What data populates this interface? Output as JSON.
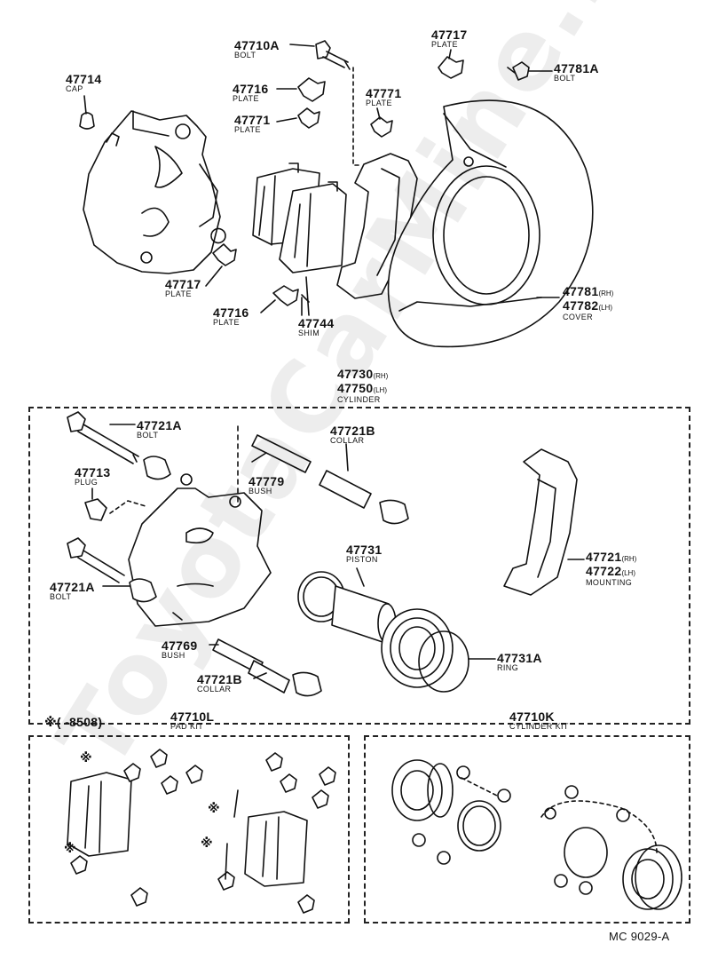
{
  "watermark": "ToyotaCarMine.ru",
  "top": {
    "p47714": {
      "num": "47714",
      "name": "CAP"
    },
    "p47710A": {
      "num": "47710A",
      "name": "BOLT"
    },
    "p47716a": {
      "num": "47716",
      "name": "PLATE"
    },
    "p47771a": {
      "num": "47771",
      "name": "PLATE"
    },
    "p47771b": {
      "num": "47771",
      "name": "PLATE"
    },
    "p47717a": {
      "num": "47717",
      "name": "PLATE"
    },
    "p47781A": {
      "num": "47781A",
      "name": "BOLT"
    },
    "p47717b": {
      "num": "47717",
      "name": "PLATE"
    },
    "p47716b": {
      "num": "47716",
      "name": "PLATE"
    },
    "p47744": {
      "num": "47744",
      "name": "SHIM"
    },
    "cover": {
      "num_rh": "47781",
      "rh": "(RH)",
      "num_lh": "47782",
      "lh": "(LH)",
      "name": "COVER"
    }
  },
  "cylinder": {
    "num_rh": "47730",
    "rh": "(RH)",
    "num_lh": "47750",
    "lh": "(LH)",
    "name": "CYLINDER"
  },
  "middle": {
    "p47721Aa": {
      "num": "47721A",
      "name": "BOLT"
    },
    "p47721Ba": {
      "num": "47721B",
      "name": "COLLAR"
    },
    "p47713": {
      "num": "47713",
      "name": "PLUG"
    },
    "p47779": {
      "num": "47779",
      "name": "BUSH"
    },
    "p47721Ab": {
      "num": "47721A",
      "name": "BOLT"
    },
    "p47731": {
      "num": "47731",
      "name": "PISTON"
    },
    "mounting": {
      "num_rh": "47721",
      "rh": "(RH)",
      "num_lh": "47722",
      "lh": "(LH)",
      "name": "MOUNTING"
    },
    "p47769": {
      "num": "47769",
      "name": "BUSH"
    },
    "p47721Bb": {
      "num": "47721B",
      "name": "COLLAR"
    },
    "p47731A": {
      "num": "47731A",
      "name": "RING"
    }
  },
  "kits": {
    "range": {
      "mark": "※",
      "text": "(      -8508)"
    },
    "pad": {
      "num": "47710L",
      "name": "PAD KIT"
    },
    "cyl": {
      "num": "47710K",
      "name": "CYLINDER KIT"
    },
    "mark": "※"
  },
  "footer": {
    "code": "MC 9029-A"
  }
}
